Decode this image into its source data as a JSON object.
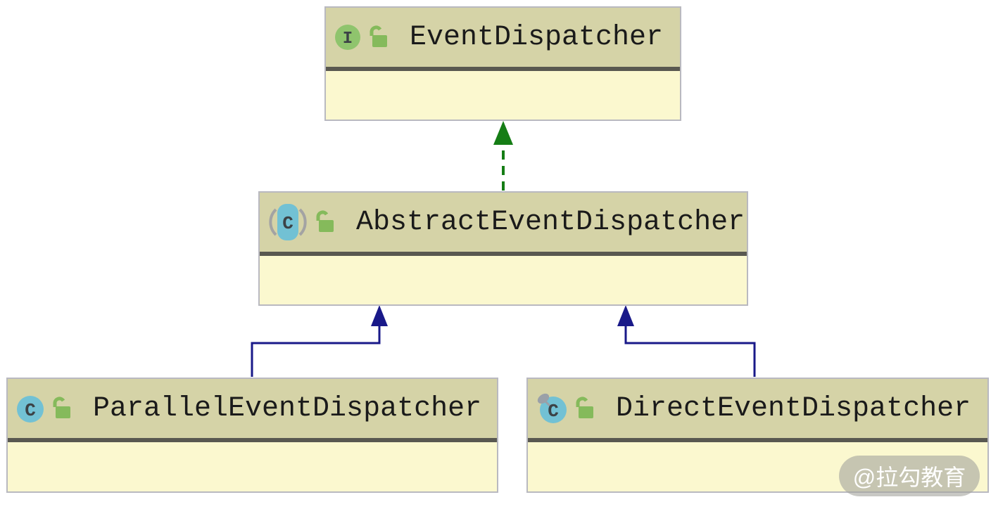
{
  "diagram": {
    "type": "uml-class-diagram",
    "classes": [
      {
        "id": "event-dispatcher",
        "name": "EventDispatcher",
        "stereotype": "interface",
        "icon": "interface-icon",
        "icon_letter": "I",
        "lock": "unlocked"
      },
      {
        "id": "abstract-event-dispatcher",
        "name": "AbstractEventDispatcher",
        "stereotype": "abstract class",
        "icon": "abstract-class-icon",
        "icon_letter": "C",
        "lock": "unlocked"
      },
      {
        "id": "parallel-event-dispatcher",
        "name": "ParallelEventDispatcher",
        "stereotype": "class",
        "icon": "class-icon",
        "icon_letter": "C",
        "lock": "unlocked"
      },
      {
        "id": "direct-event-dispatcher",
        "name": "DirectEventDispatcher",
        "stereotype": "class",
        "icon": "class-icon-pinned",
        "icon_letter": "C",
        "lock": "unlocked"
      }
    ],
    "relations": [
      {
        "from": "AbstractEventDispatcher",
        "to": "EventDispatcher",
        "type": "implements",
        "line_style": "dashed",
        "color": "#157d15"
      },
      {
        "from": "ParallelEventDispatcher",
        "to": "AbstractEventDispatcher",
        "type": "extends",
        "line_style": "solid",
        "color": "#191989"
      },
      {
        "from": "DirectEventDispatcher",
        "to": "AbstractEventDispatcher",
        "type": "extends",
        "line_style": "solid",
        "color": "#191989"
      }
    ]
  },
  "colors": {
    "box_header": "#d5d3a7",
    "box_body": "#fbf8cf",
    "box_border": "#b9b9c0",
    "separator": "#595850",
    "name_text": "#1a1a1a",
    "interface_icon_green": "#8fc46d",
    "class_icon_blue": "#72c1d4",
    "abstract_paren_gray": "#a3a3a3",
    "icon_letter_dark": "#3c4246",
    "lock_green": "#85ba5b",
    "pin_gray": "#9aa0a8",
    "implements_green": "#157d15",
    "extends_blue": "#191989",
    "watermark_bg": "rgba(164,164,156,0.6)",
    "watermark_text": "#ffffff"
  },
  "watermark": {
    "text": "@拉勾教育"
  }
}
